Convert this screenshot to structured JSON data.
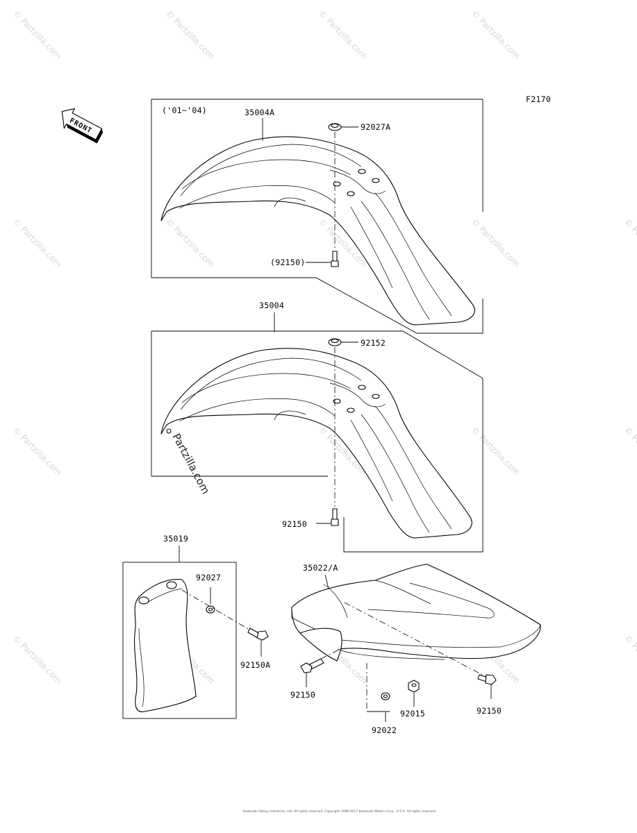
{
  "figure_code": "F2170",
  "front_arrow_label": "FRONT",
  "watermark": "© Partzilla.com",
  "inline_watermark": "Partzilla.com",
  "copyright": "Kawasaki Heavy Industries, Ltd. All rights reserved. Copyright 1998-2017 Kawasaki Motors Corp., U.S.A. All rights reserved.",
  "groups": {
    "upper": {
      "year_note": "('01~'04)"
    },
    "middle": {},
    "lower_left": {},
    "lower_right": {}
  },
  "labels": {
    "p35004A": "35004A",
    "p92027A": "92027A",
    "p92150_paren": "(92150)",
    "p35004": "35004",
    "p92152": "92152",
    "p92150_mid": "92150",
    "p35019": "35019",
    "p92027": "92027",
    "p92150A": "92150A",
    "p35022A": "35022/A",
    "p92150_left": "92150",
    "p92015": "92015",
    "p92150_right": "92150",
    "p92022": "92022"
  }
}
